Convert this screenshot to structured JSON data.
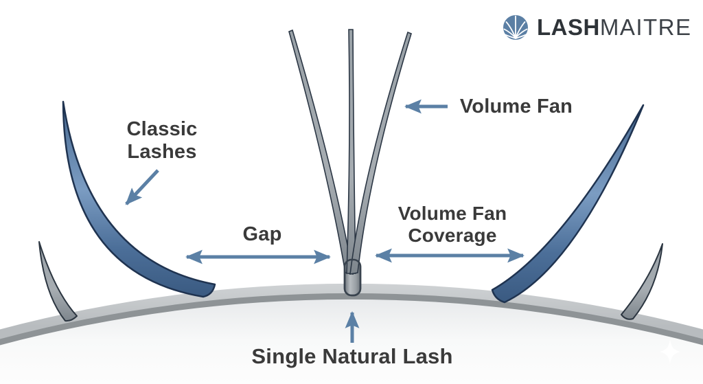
{
  "logo": {
    "brand_bold": "LASH",
    "brand_light": "MAITRE",
    "icon": "lash-fan-logo-icon",
    "icon_color": "#5b7fa4",
    "text_color": "#2e3338"
  },
  "labels": {
    "classic_lashes": {
      "line1": "Classic",
      "line2": "Lashes"
    },
    "volume_fan": "Volume Fan",
    "gap": "Gap",
    "volume_fan_coverage": {
      "line1": "Volume Fan",
      "line2": "Coverage"
    },
    "single_natural_lash": "Single Natural Lash"
  },
  "colors": {
    "arrow": "#5b80a5",
    "classic_lash_fill": "#4f74a0",
    "classic_lash_outline": "#1f3350",
    "natural_lash_fill": "#8d959c",
    "natural_lash_outline": "#2b3540",
    "eyelid_band": "#c5c9cb",
    "eyelid_band_shadow": "#8e9396",
    "label_text": "#3a3a3a",
    "background": "#ffffff"
  }
}
